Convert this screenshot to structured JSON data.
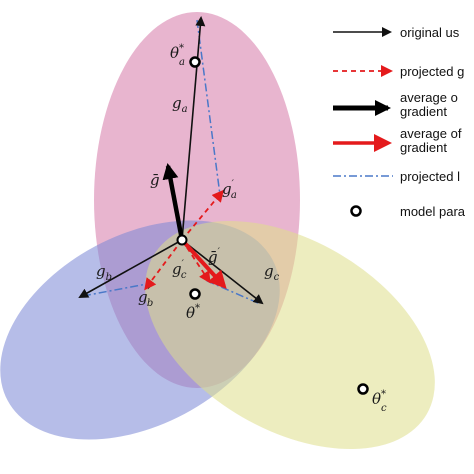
{
  "diagram": {
    "regions": [
      {
        "name": "client-a-region",
        "color": "#d678a8",
        "opacity": 0.55
      },
      {
        "name": "client-b-region",
        "color": "#7a86d6",
        "opacity": 0.55
      },
      {
        "name": "client-c-region",
        "color": "#dede8a",
        "opacity": 0.55
      }
    ],
    "optima": {
      "theta_a": {
        "base": "θ",
        "sup": "*",
        "sub": "a"
      },
      "theta_star": {
        "base": "θ",
        "sup": "*",
        "sub": ""
      },
      "theta_c": {
        "base": "θ",
        "sup": "*",
        "sub": "c"
      }
    },
    "vector_labels": {
      "g_a": {
        "base": "g",
        "sub": "a"
      },
      "g_b": {
        "base": "g",
        "sub": "b"
      },
      "g_c": {
        "base": "g",
        "sub": "c"
      },
      "g_a_proj": {
        "base": "g",
        "sup": "′",
        "sub": "a"
      },
      "g_b_proj": {
        "base": "g",
        "sup": "′",
        "sub": "b"
      },
      "g_c_proj": {
        "base": "g",
        "sup": "′",
        "sub": "c"
      },
      "g_bar": {
        "base": "ḡ"
      },
      "g_bar_proj": {
        "base": "ḡ",
        "sup": "′"
      }
    },
    "colors": {
      "original": "#111111",
      "projected": "#e41a1c",
      "average": "#000000",
      "average_projected": "#e41a1c",
      "projection_line": "#4a78c8"
    }
  },
  "legend": {
    "items": [
      {
        "label": "original us",
        "style": "original"
      },
      {
        "label": "projected g",
        "style": "projected"
      },
      {
        "label": "average o\ngradient",
        "style": "average"
      },
      {
        "label": "average of\ngradient",
        "style": "average_projected"
      },
      {
        "label": "projected l",
        "style": "projection_line"
      },
      {
        "label": "model para",
        "style": "marker"
      }
    ]
  }
}
